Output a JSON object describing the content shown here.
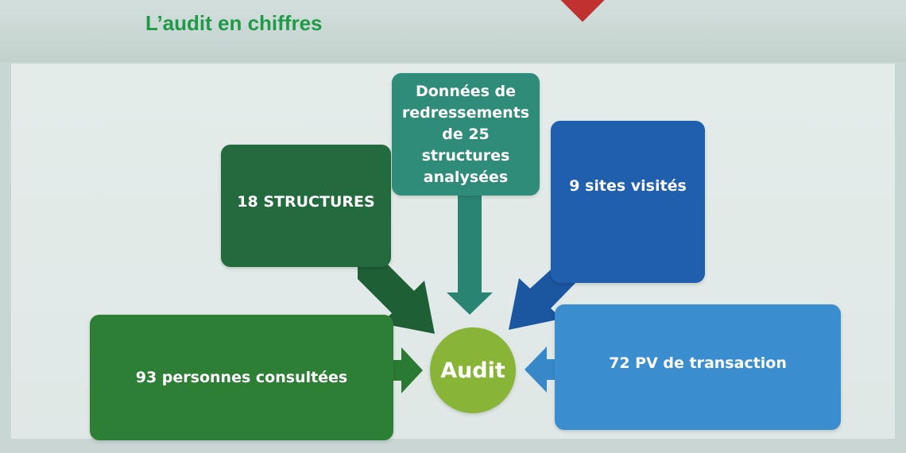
{
  "header": {
    "title": "L’audit en chiffres"
  },
  "diagram": {
    "center": {
      "label": "Audit",
      "color": "#88b537"
    },
    "nodes": [
      {
        "id": "structures",
        "label": "18 STRUCTURES",
        "color": "#236a3e"
      },
      {
        "id": "donnees",
        "label": "Données  de\nredressements\nde 25 structures\nanalysées",
        "color": "#2e8c78"
      },
      {
        "id": "sites",
        "label": "9 sites visités",
        "color": "#1f5fae"
      },
      {
        "id": "personnes",
        "label": "93 personnes consultées",
        "color": "#2d7f35"
      },
      {
        "id": "pv",
        "label": "72 PV de transaction",
        "color": "#3a8ed0"
      }
    ]
  },
  "colors": {
    "title_green": "#1f9a48",
    "accent_red": "#c0312f",
    "panel_background": "#e2eae8"
  }
}
